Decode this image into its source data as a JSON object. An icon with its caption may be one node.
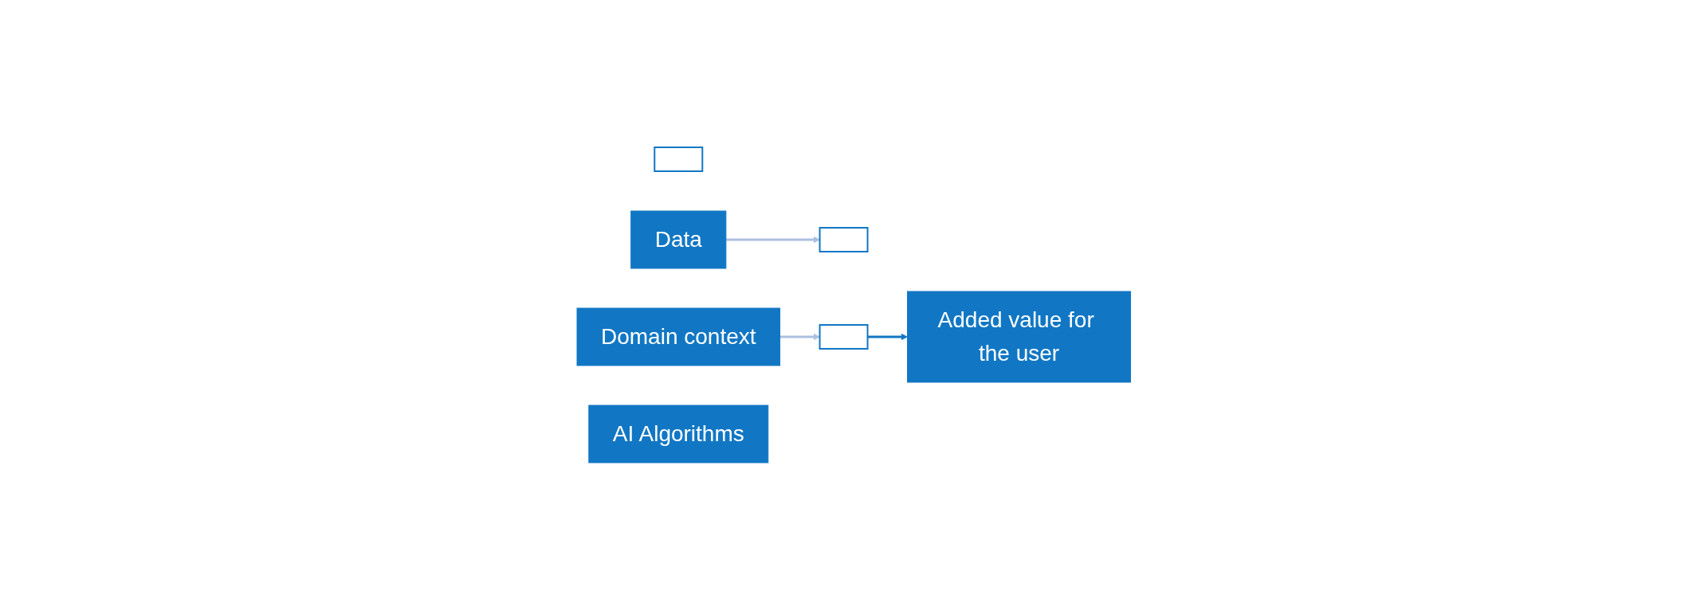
{
  "diagram": {
    "nodes": [
      {
        "text": [],
        "shape": "box"
      },
      {
        "text": [
          "Data"
        ]
      },
      {
        "text": [],
        "shape": "box"
      },
      {
        "text": [
          "Domain context"
        ]
      },
      {
        "text": [],
        "shape": "box"
      },
      {
        "text": [
          "AI Algorithms"
        ]
      },
      {
        "text": [
          "Added value for the user"
        ]
      }
    ],
    "edges": [
      {
        "from": 1,
        "to": 2,
        "arrow": "to",
        "color": "#abc0e0"
      },
      {
        "from": 3,
        "to": 4,
        "arrow": "to",
        "color": "#abc0e0"
      },
      {
        "from": 4,
        "to": 6,
        "arrow": "to",
        "color": "#1177c4"
      }
    ]
  }
}
